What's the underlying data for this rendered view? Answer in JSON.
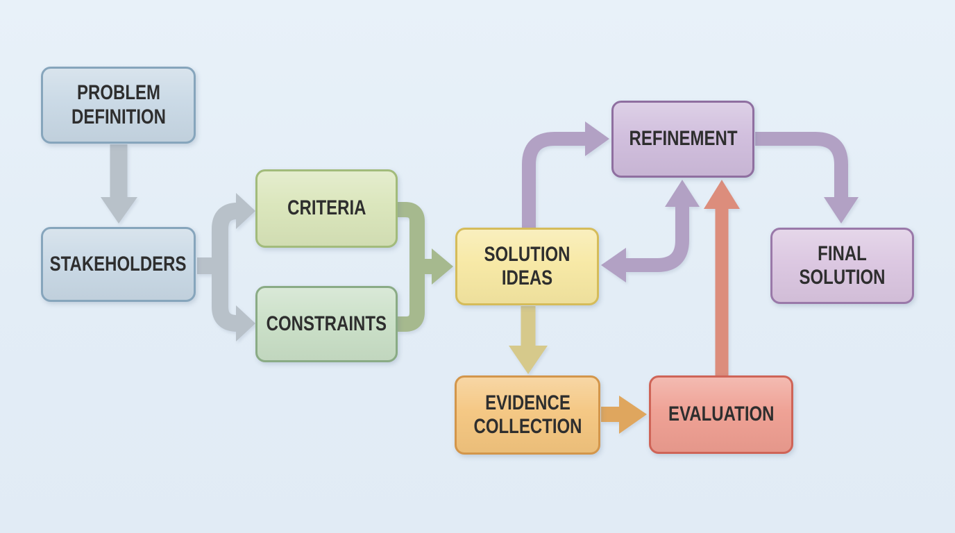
{
  "colors": {
    "background": "#e3edf6",
    "text": "#2e2e2e",
    "arrow_gray": "#b8c1c9",
    "arrow_olive": "#a6b98e",
    "arrow_purple": "#b2a1c4",
    "arrow_tan": "#d6c98b",
    "arrow_orange": "#dfa65e",
    "arrow_salmon": "#dc8d7c"
  },
  "nodes": {
    "problem_definition": {
      "label": "PROBLEM\nDEFINITION",
      "fill": "#c8d8e5",
      "border": "#86a5bc"
    },
    "stakeholders": {
      "label": "STAKEHOLDERS",
      "fill": "#c8d8e5",
      "border": "#86a5bc"
    },
    "criteria": {
      "label": "CRITERIA",
      "fill": "#d9e5b9",
      "border": "#a2bb7b"
    },
    "constraints": {
      "label": "CONSTRAINTS",
      "fill": "#c9dfc6",
      "border": "#8aab85"
    },
    "solution_ideas": {
      "label": "SOLUTION\nIDEAS",
      "fill": "#f7e8a2",
      "border": "#d5bc5a"
    },
    "refinement": {
      "label": "REFINEMENT",
      "fill": "#cfbcdc",
      "border": "#8f6fa0"
    },
    "final_solution": {
      "label": "FINAL\nSOLUTION",
      "fill": "#dac5e0",
      "border": "#9a79a9"
    },
    "evidence_collection": {
      "label": "EVIDENCE\nCOLLECTION",
      "fill": "#f4c57e",
      "border": "#d3964b"
    },
    "evaluation": {
      "label": "EVALUATION",
      "fill": "#ee9d90",
      "border": "#cf6457"
    }
  },
  "edges": [
    {
      "from": "problem_definition",
      "to": "stakeholders",
      "color": "#b8c1c9"
    },
    {
      "from": "stakeholders",
      "to": "criteria",
      "color": "#b8c1c9"
    },
    {
      "from": "stakeholders",
      "to": "constraints",
      "color": "#b8c1c9"
    },
    {
      "from": "criteria",
      "to": "solution_ideas",
      "color": "#a6b98e"
    },
    {
      "from": "constraints",
      "to": "solution_ideas",
      "color": "#a6b98e"
    },
    {
      "from": "solution_ideas",
      "to": "refinement",
      "color": "#b2a1c4"
    },
    {
      "from": "refinement",
      "to": "solution_ideas",
      "color": "#b2a1c4",
      "double_headed": true
    },
    {
      "from": "refinement",
      "to": "final_solution",
      "color": "#b2a1c4"
    },
    {
      "from": "solution_ideas",
      "to": "evidence_collection",
      "color": "#d6c98b"
    },
    {
      "from": "evidence_collection",
      "to": "evaluation",
      "color": "#dfa65e"
    },
    {
      "from": "evaluation",
      "to": "refinement",
      "color": "#dc8d7c"
    }
  ]
}
